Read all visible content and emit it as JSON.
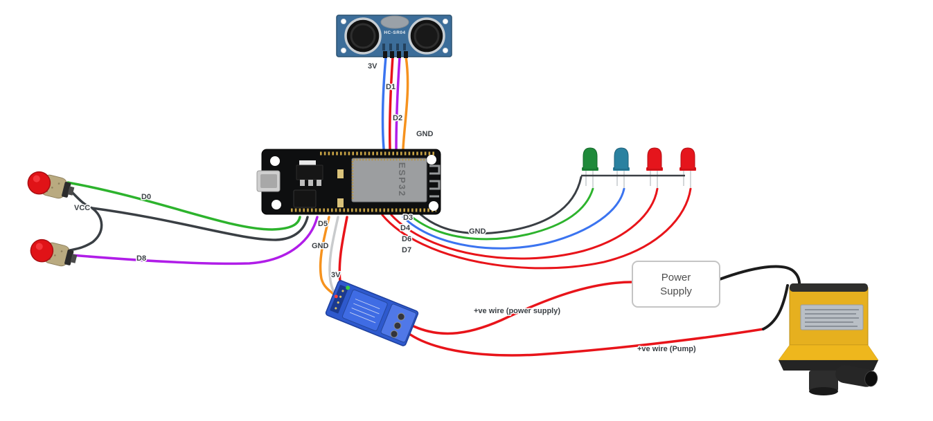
{
  "diagram": {
    "description": "ESP32 water-pump wiring diagram with HC-SR04 ultrasonic sensor, push buttons, LEDs, relay, power supply and pump"
  },
  "colors": {
    "wire_blue": "#3b74f0",
    "wire_red": "#e8141a",
    "wire_purple": "#b01de8",
    "wire_orange": "#f6921e",
    "wire_green": "#2db32d",
    "wire_black": "#3a3f44",
    "wire_gray": "#c9cbcd",
    "wire_dark": "#1c1c1c",
    "sensor_pcb": "#3c6d99",
    "relay_pcb": "#2e59cd",
    "pump_yellow": "#e6b01f",
    "led_green": "#1f8a3a",
    "led_teal": "#2a81a0",
    "led_red": "#e5151c",
    "button_cap_red": "#e01317"
  },
  "sensor": {
    "name": "HC-SR04"
  },
  "esp32": {
    "name": "ESP32"
  },
  "power_supply": {
    "line1": "Power",
    "line2": "Supply"
  },
  "labels": {
    "sensor_power": "3V",
    "sensor_trig": "D1",
    "sensor_echo": "D2",
    "sensor_ground": "GND",
    "button_top": "D0",
    "buttons_common": "VCC",
    "button_bottom": "D8",
    "relay_signal": "D5",
    "relay_ground": "GND",
    "relay_power": "3V",
    "led_green_pin": "D3",
    "led_blue_pin": "D4",
    "led_red1_pin": "D6",
    "led_red2_pin": "D7",
    "led_ground": "GND",
    "supply_wire": "+ve wire (power supply)",
    "pump_wire": "+ve wire (Pump)"
  }
}
